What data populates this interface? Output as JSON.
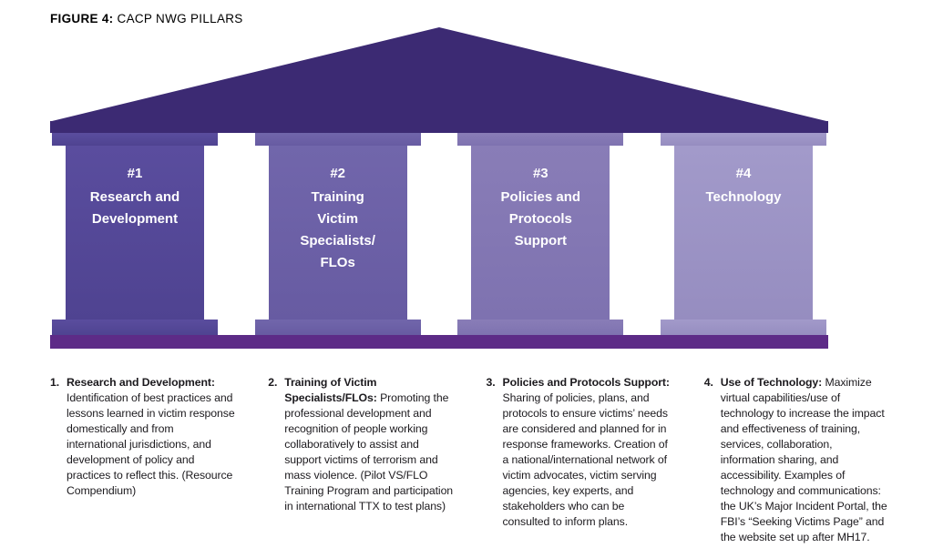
{
  "figure": {
    "label": "FIGURE 4:",
    "title": " CACP NWG PILLARS"
  },
  "colors": {
    "roof": "#3c2a73",
    "beam": "#3c2a73",
    "basebar": "#5d2b87",
    "pillar_text": "#ffffff"
  },
  "pillars": [
    {
      "number": "#1",
      "title": "Research and\nDevelopment",
      "color": {
        "top": "#5a4d9e",
        "bottom": "#4f4391"
      }
    },
    {
      "number": "#2",
      "title": "Training\nVictim\nSpecialists/\nFLOs",
      "color": {
        "top": "#7166ab",
        "bottom": "#675ba2"
      }
    },
    {
      "number": "#3",
      "title": "Policies and\nProtocols\nSupport",
      "color": {
        "top": "#897db7",
        "bottom": "#7e72b0"
      }
    },
    {
      "number": "#4",
      "title": "Technology",
      "color": {
        "top": "#a29aca",
        "bottom": "#968dc0"
      }
    }
  ],
  "descriptions": [
    {
      "num": "1.",
      "lead": "Research and Development:",
      "text": " Identification of best practices and lessons learned in victim response domestically and from international jurisdictions, and development of policy and practices to reflect this. (Resource Compendium)"
    },
    {
      "num": "2.",
      "lead": "Training of Victim Specialists/FLOs:",
      "text": " Promoting the professional development and recognition of people working collaboratively to assist and support victims of terrorism and mass violence. (Pilot VS/FLO Training Program and participation in international TTX to test plans)"
    },
    {
      "num": "3.",
      "lead": "Policies and Protocols Support:",
      "text": " Sharing of policies, plans, and protocols to ensure victims’ needs are considered and planned for in response frameworks. Creation of a national/international network of victim advocates, victim serving agencies, key experts, and stakeholders who can be consulted to inform plans."
    },
    {
      "num": "4.",
      "lead": "Use of Technology:",
      "text": " Maximize virtual capabilities/use of technology to increase the impact and effectiveness of training, services, collaboration, information sharing, and accessibility. Examples of technology and communications: the UK’s Major Incident Portal, the FBI’s “Seeking Victims Page” and the website set up after MH17."
    }
  ]
}
